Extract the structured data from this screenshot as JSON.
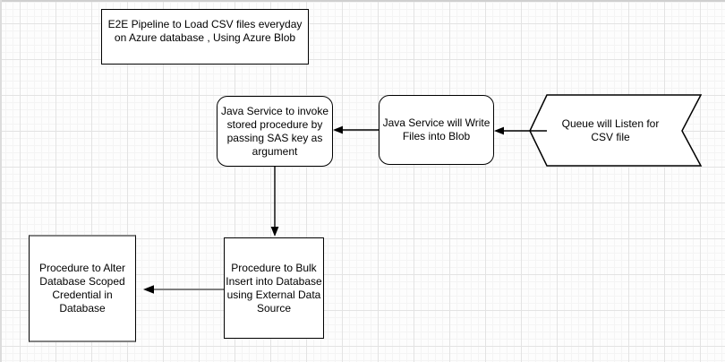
{
  "canvas": {
    "kind": "flowchart-grid-canvas",
    "colors": {
      "node_fill": "#ffffff",
      "node_stroke": "#000000",
      "muted_stroke": "#828282",
      "text": "#000000",
      "grid_major": "#e3e3e3",
      "grid_minor": "#f4f4f4"
    }
  },
  "nodes": {
    "title": {
      "shape": "rectangle",
      "label": "E2E Pipeline to Load CSV files everyday\non Azure database , Using Azure Blob"
    },
    "invoke": {
      "shape": "rounded-rectangle",
      "label": "Java Service to invoke\nstored procedure by\npassing SAS key as\nargument"
    },
    "write": {
      "shape": "rounded-rectangle",
      "label": "Java Service will Write\nFiles into Blob"
    },
    "queue": {
      "shape": "chevron-left",
      "label": "Queue will Listen for\nCSV file"
    },
    "bulk": {
      "shape": "rectangle",
      "label": "Procedure to Bulk\nInsert into Database\nusing External Data\nSource"
    },
    "alter": {
      "shape": "rectangle",
      "label": "Procedure to Alter\nDatabase Scoped\nCredential in\nDatabase"
    }
  },
  "edges": [
    {
      "from": "queue",
      "to": "write",
      "direction": "left"
    },
    {
      "from": "write",
      "to": "invoke",
      "direction": "left"
    },
    {
      "from": "invoke",
      "to": "bulk",
      "direction": "down"
    },
    {
      "from": "bulk",
      "to": "alter",
      "direction": "left"
    }
  ]
}
